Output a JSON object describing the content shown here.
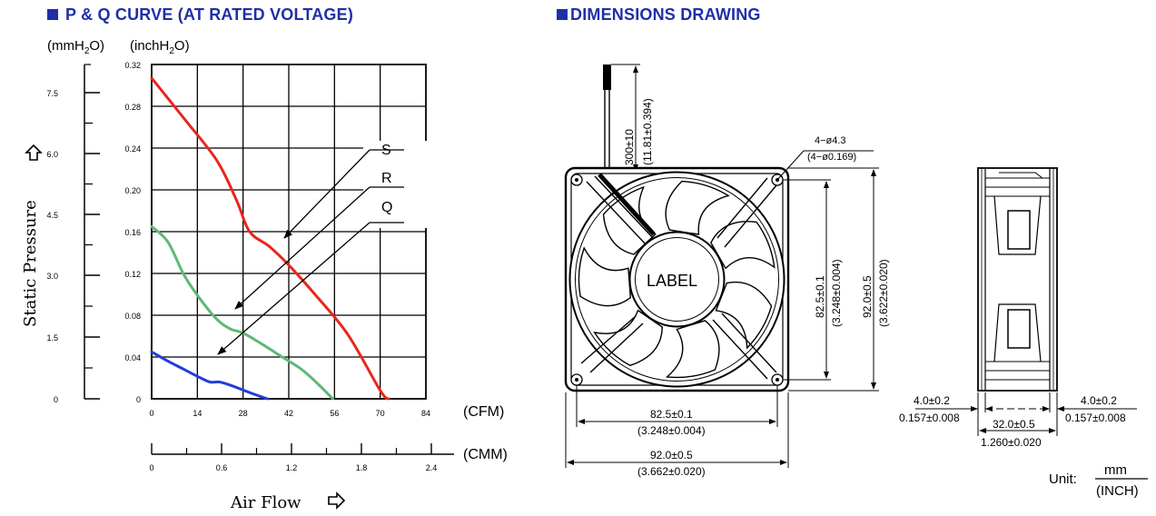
{
  "left_heading": "P & Q CURVE (AT RATED VOLTAGE)",
  "right_heading": "DIMENSIONS DRAWING",
  "pq_chart": {
    "unit_mmh2o": "(mmH",
    "unit_inch": "(inchH",
    "unit_sub": "2",
    "unit_o": "O)",
    "y_label": "Static Pressure",
    "x_label": "Air Flow",
    "cfm_label": "(CFM)",
    "cmm_label": "(CMM)",
    "inch_ticks": [
      "0.32",
      "0.28",
      "0.24",
      "0.20",
      "0.16",
      "0.12",
      "0.08",
      "0.04",
      "0"
    ],
    "mm_ticks": [
      "7.5",
      "6.0",
      "4.5",
      "3.0",
      "1.5",
      "0"
    ],
    "cfm_ticks": [
      "0",
      "14",
      "28",
      "42",
      "56",
      "70",
      "84"
    ],
    "cmm_ticks": [
      "0",
      "0.6",
      "1.2",
      "1.8",
      "2.4"
    ],
    "curve_labels": [
      "S",
      "R",
      "Q"
    ],
    "colors": {
      "S": "#e8261c",
      "R": "#5fb878",
      "Q": "#1f3fd8"
    }
  },
  "chart_data": {
    "type": "line",
    "xlabel": "Air Flow",
    "ylabel": "Static Pressure",
    "x_units": "(CFM)",
    "y_units": "(inchH2O)",
    "xlim": [
      0,
      84
    ],
    "ylim": [
      0,
      0.32
    ],
    "grid": true,
    "series": [
      {
        "name": "S",
        "x": [
          0,
          10,
          20,
          26,
          30,
          36,
          42,
          50,
          60,
          70,
          72.5
        ],
        "y": [
          0.307,
          0.268,
          0.228,
          0.19,
          0.16,
          0.146,
          0.128,
          0.1,
          0.062,
          0.008,
          0
        ]
      },
      {
        "name": "R",
        "x": [
          0,
          5,
          10,
          15,
          20,
          24,
          28,
          34,
          40,
          46,
          51,
          55.5
        ],
        "y": [
          0.165,
          0.15,
          0.118,
          0.095,
          0.076,
          0.067,
          0.063,
          0.052,
          0.04,
          0.028,
          0.014,
          0
        ]
      },
      {
        "name": "Q",
        "x": [
          0,
          5,
          10,
          15,
          18,
          21,
          25,
          30,
          35.5
        ],
        "y": [
          0.045,
          0.036,
          0.028,
          0.02,
          0.016,
          0.016,
          0.012,
          0.006,
          0
        ]
      }
    ]
  },
  "dimensions": {
    "label_text": "LABEL",
    "lead_length": "300±10",
    "lead_length_inch": "(11.81±0.394)",
    "hole_spec": "4−ø4.3",
    "hole_spec_inch": "(4−ø0.169)",
    "hole_pitch_v": "82.5±0.1",
    "hole_pitch_v_inch": "(3.248±0.004)",
    "height": "92.0±0.5",
    "height_inch": "(3.622±0.020)",
    "hole_pitch_h": "82.5±0.1",
    "hole_pitch_h_inch": "(3.248±0.004)",
    "width": "92.0±0.5",
    "width_inch": "(3.662±0.020)",
    "flange_left": "4.0±0.2",
    "flange_left_inch": "0.157±0.008",
    "flange_right": "4.0±0.2",
    "flange_right_inch": "0.157±0.008",
    "depth": "32.0±0.5",
    "depth_inch": "1.260±0.020",
    "unit_label": "Unit:",
    "unit_num": "mm",
    "unit_den": "(INCH)"
  }
}
